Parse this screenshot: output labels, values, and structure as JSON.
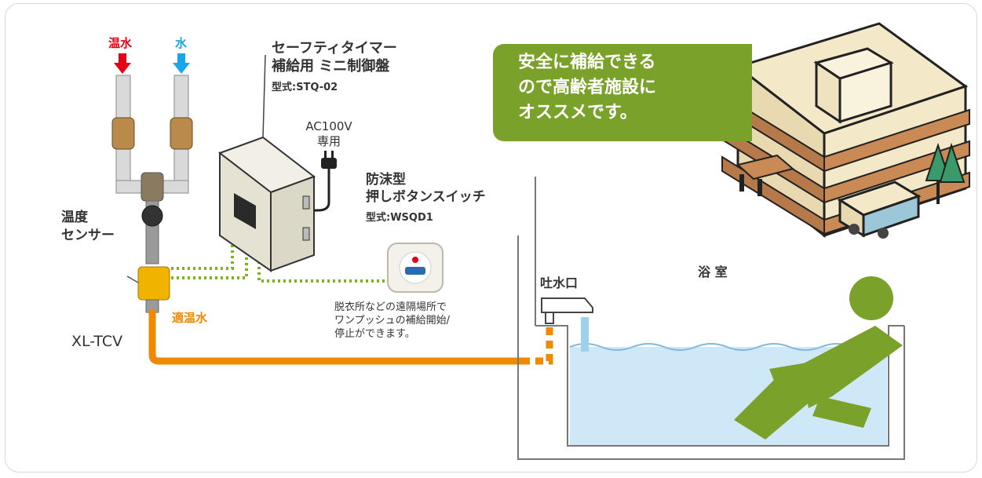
{
  "supply": {
    "hot_label": "温水",
    "cold_label": "水"
  },
  "sensor": {
    "label_line1": "温度",
    "label_line2": "センサー"
  },
  "valve": {
    "model": "XL-TCV",
    "water_label": "適温水"
  },
  "control_panel": {
    "title_line1": "セーフティタイマー",
    "title_line2": "補給用 ミニ制御盤",
    "model": "型式:STQ-02"
  },
  "power": {
    "line1": "AC100V",
    "line2": "専用"
  },
  "push_switch": {
    "title_line1": "防沫型",
    "title_line2": "押しボタンスイッチ",
    "model": "型式:WSQD1"
  },
  "remote_note": {
    "line1": "脱衣所などの遠隔場所で",
    "line2": "ワンプッシュの補給開始/",
    "line3": "停止ができます。"
  },
  "bathroom": {
    "spout_label": "吐水口",
    "room_label": "浴 室"
  },
  "callout": {
    "line1": "安全に補給できる",
    "line2": "ので高齢者施設に",
    "line3": "オススメです。"
  },
  "colors": {
    "accent_green": "#7aa12a",
    "hot": "#e60012",
    "cold": "#1aa6e6",
    "pipe_orange": "#ef8a00",
    "signal_green": "#7ab51d",
    "water": "#cfe8f7"
  }
}
